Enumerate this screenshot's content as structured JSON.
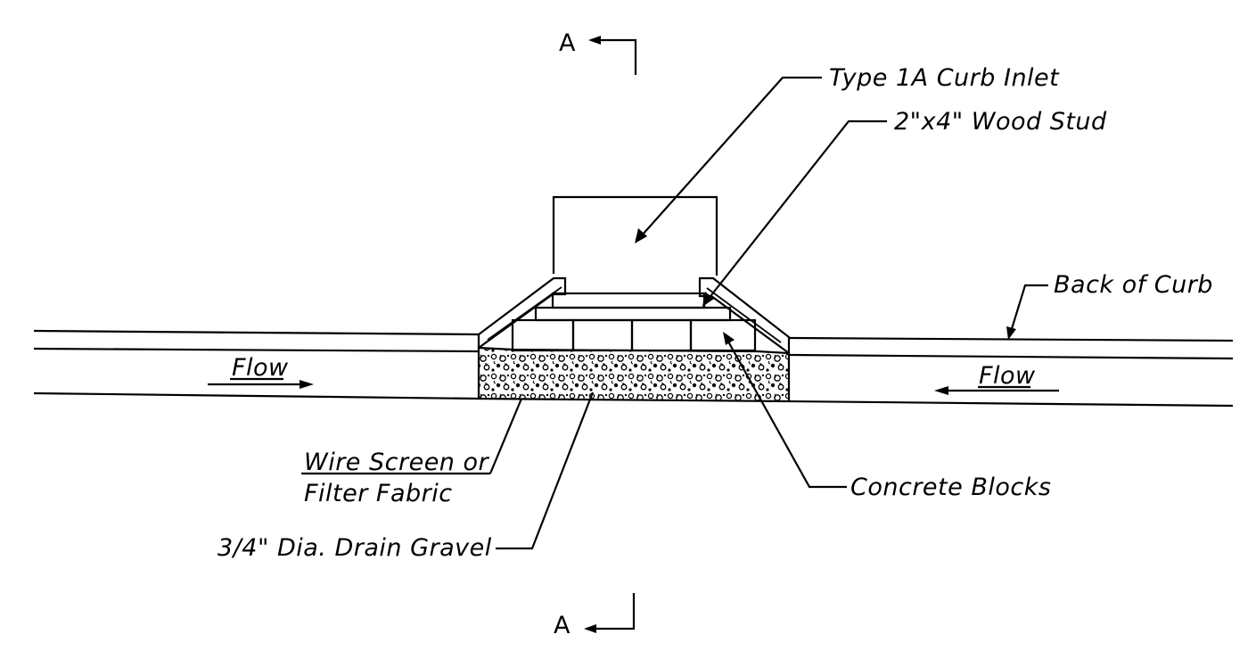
{
  "section_marks": {
    "top": "A",
    "bottom": "A"
  },
  "labels": {
    "curb_inlet": "Type 1A Curb Inlet",
    "wood_stud": "2\"x4\" Wood Stud",
    "back_of_curb": "Back of Curb",
    "flow_left": "Flow",
    "flow_right": "Flow",
    "wire_screen_line1": "Wire Screen or",
    "wire_screen_line2": "Filter Fabric",
    "drain_gravel": "3/4\" Dia. Drain Gravel",
    "concrete_blocks": "Concrete Blocks"
  },
  "colors": {
    "line": "#000000",
    "background": "#ffffff"
  }
}
